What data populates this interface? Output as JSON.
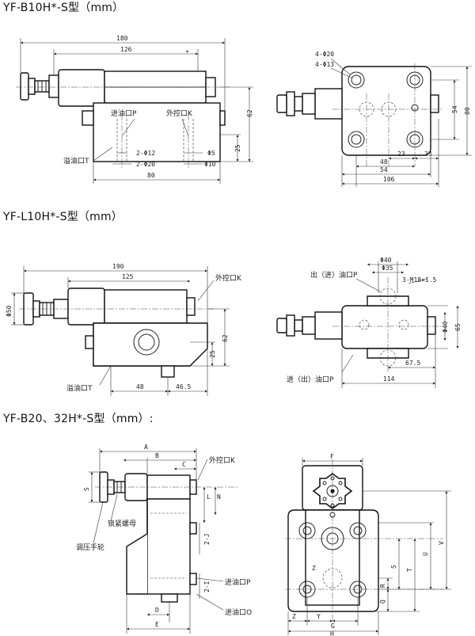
{
  "sections": [
    {
      "title": "YF-B10H*-S型（mm）"
    },
    {
      "title": "YF-L10H*-S型（mm）"
    },
    {
      "title": "YF-B20、32H*-S型（mm）:"
    }
  ],
  "s1": {
    "d180": "180",
    "d126": "126",
    "d62": "62",
    "d25": "25",
    "d80": "80",
    "inlet": "进油口P",
    "ext": "外控口K",
    "overflow": "溢油口T",
    "phi12": "2-Φ12",
    "phi20": "2-Φ20",
    "phi5": "Φ5",
    "phi10": "Φ10",
    "r_4phi20": "4-Φ20",
    "r_4phi13": "4-Φ13",
    "r54v": "54",
    "r80v": "80",
    "r23": "23",
    "r33": "33",
    "r48": "48",
    "r54": "54",
    "r106": "106"
  },
  "s2": {
    "d190": "190",
    "d125": "125",
    "phi50": "Φ50",
    "ext": "外控口K",
    "d62": "62",
    "d25": "25",
    "overflow": "溢油口T",
    "d48": "48",
    "d465": "46.5",
    "phi40": "Φ40",
    "phi35": "Φ35",
    "outin": "出（进）油口P",
    "m18": "3-M18×1.5",
    "phi40v": "Φ40",
    "d65": "65",
    "d675": "67.5",
    "inout": "进（出）油口P",
    "d114": "114"
  },
  "s3": {
    "A": "A",
    "B": "B",
    "C": "C",
    "S": "S",
    "ext": "外控口K",
    "L": "L",
    "N": "N",
    "nut": "锁紧螺母",
    "wheel": "调压手轮",
    "J1": "2-J",
    "J2": "2-I",
    "inlet": "进油口P",
    "D": "D",
    "E": "E",
    "outlet": "进油口O",
    "F": "F",
    "Z1": "Z",
    "Z2": "Z",
    "Y": "Y",
    "G": "G",
    "H": "H",
    "T": "T",
    "U": "U",
    "V": "V",
    "R": "R",
    "Q": "Q",
    "Sr": "S"
  }
}
